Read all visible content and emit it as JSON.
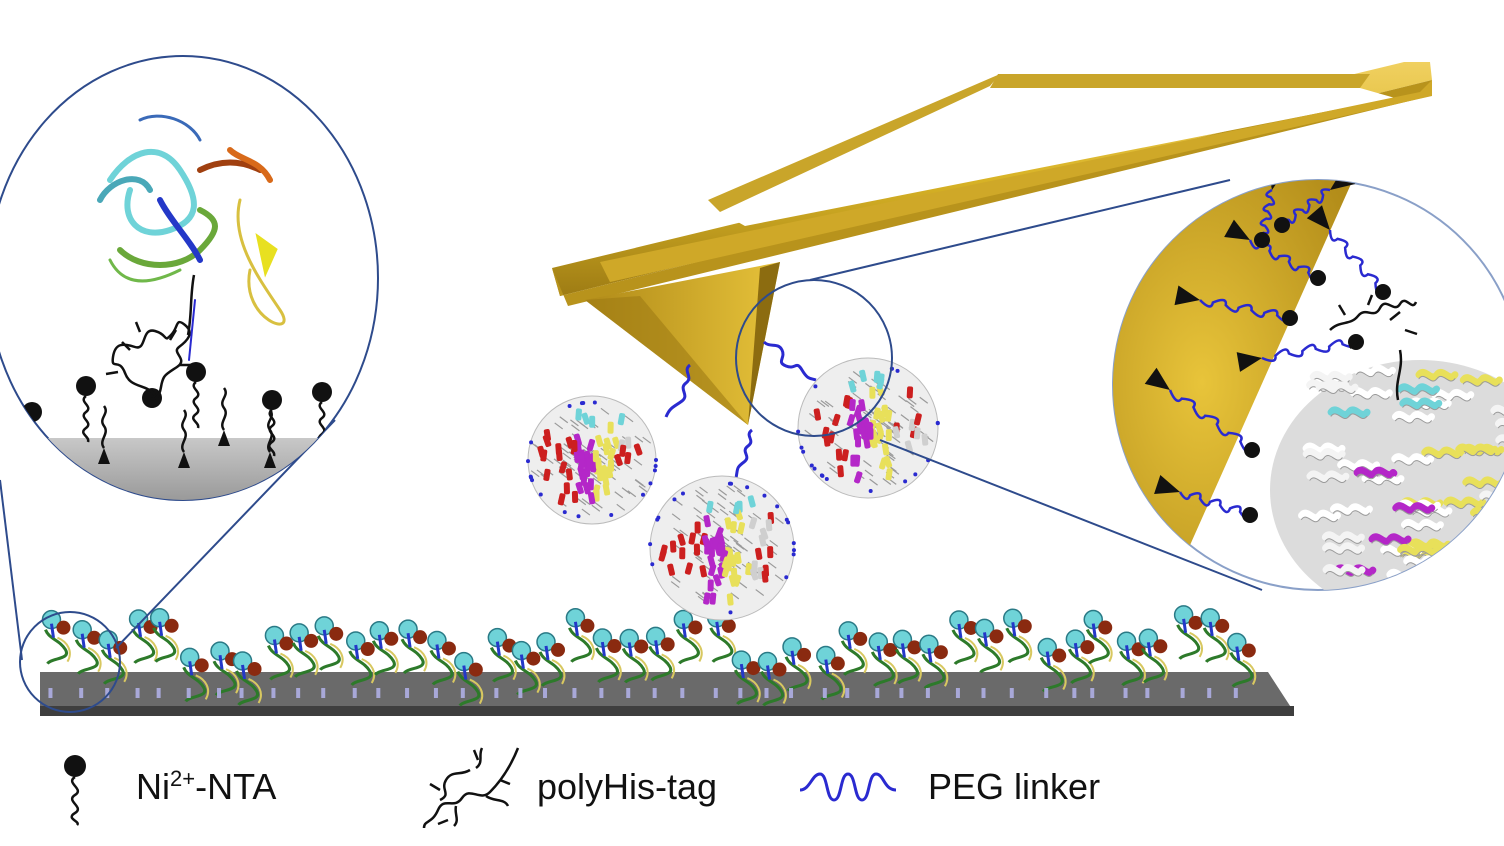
{
  "legend": {
    "ni_nta": {
      "prefix": "Ni",
      "superscript": "2+",
      "suffix": "-NTA",
      "icon": "ni-nta-linker-icon"
    },
    "polyhis": {
      "label": "polyHis-tag",
      "icon": "polyhis-tag-icon"
    },
    "peg": {
      "label": "PEG linker",
      "icon": "peg-linker-icon"
    }
  },
  "colors": {
    "cantilever_gold": "#d8b326",
    "cantilever_shadow": "#a8851a",
    "substrate": "#5a5a5a",
    "peg_blue": "#2a2ad0",
    "helix_red": "#cc1f1f",
    "helix_magenta": "#b427c8",
    "helix_yellow": "#e8e05a",
    "helix_cyan": "#6fd3d8",
    "protein_white": "#d8d8d8",
    "zoom_line": "#2e4b8c"
  }
}
